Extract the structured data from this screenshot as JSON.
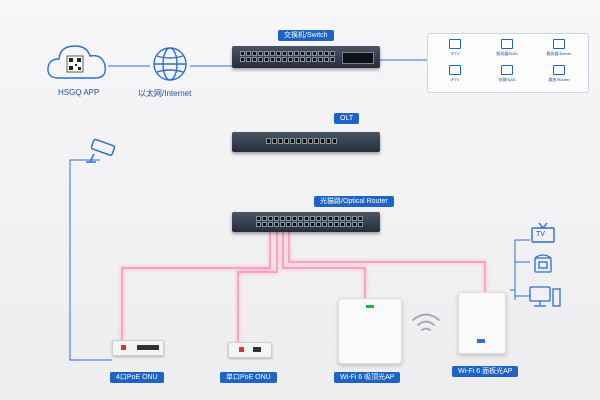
{
  "labels": {
    "switch": "交换机/Switch",
    "olt": "OLT",
    "optical_router": "光猫路/Optical Router",
    "app": "HSGQ APP",
    "internet": "以太网/Internet",
    "onu4": "4口PoE ONU",
    "onu1": "单口PoE ONU",
    "ap_ceiling": "Wi-Fi 6 吸顶光AP",
    "ap_panel": "Wi-Fi 6 面板光AP",
    "tv": "TV"
  },
  "service_panel": [
    {
      "icon": "tv-icon",
      "label": "IPTV"
    },
    {
      "icon": "server-icon",
      "label": "服务器/NAS"
    },
    {
      "icon": "monitor-icon",
      "label": "服务器/Server"
    },
    {
      "icon": "iptv-box-icon",
      "label": "IPTV"
    },
    {
      "icon": "storage-icon",
      "label": "存储/NAS"
    },
    {
      "icon": "router-icon",
      "label": "路由/Router"
    }
  ],
  "colors": {
    "accent": "#1e64c8",
    "glow": "#ff7a9a",
    "line": "#2a6fd6"
  }
}
